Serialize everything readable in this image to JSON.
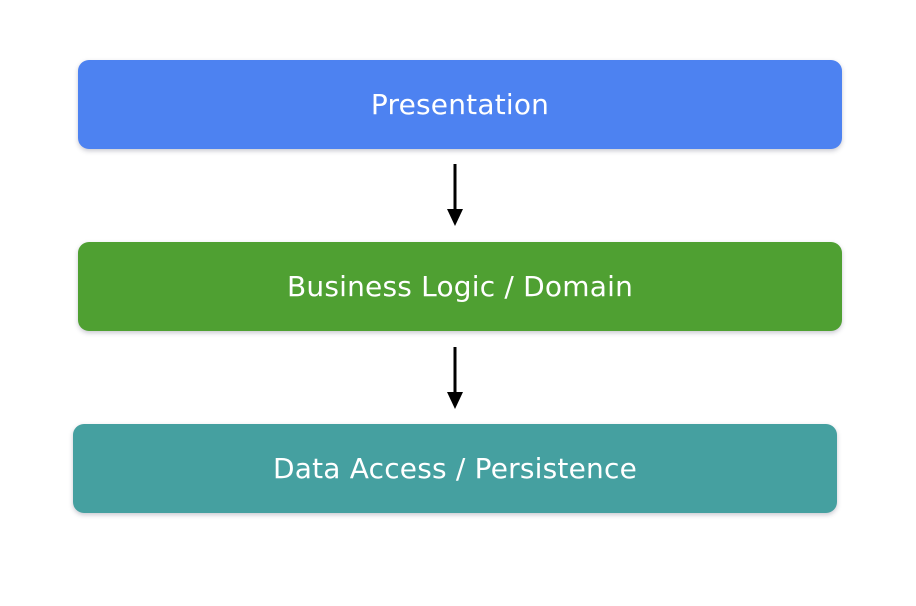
{
  "page": {
    "background_color": "#ffffff"
  },
  "diagram": {
    "arrow_color": "#000000",
    "label_color": "#ffffff",
    "layers": [
      {
        "label": "Presentation",
        "color": "#4d82f1"
      },
      {
        "label": "Business Logic / Domain",
        "color": "#4fa032"
      },
      {
        "label": "Data Access / Persistence",
        "color": "#45a0a0"
      }
    ],
    "connectors": [
      {
        "from": "Presentation",
        "to": "Business Logic / Domain",
        "direction": "down"
      },
      {
        "from": "Business Logic / Domain",
        "to": "Data Access / Persistence",
        "direction": "down"
      }
    ]
  }
}
